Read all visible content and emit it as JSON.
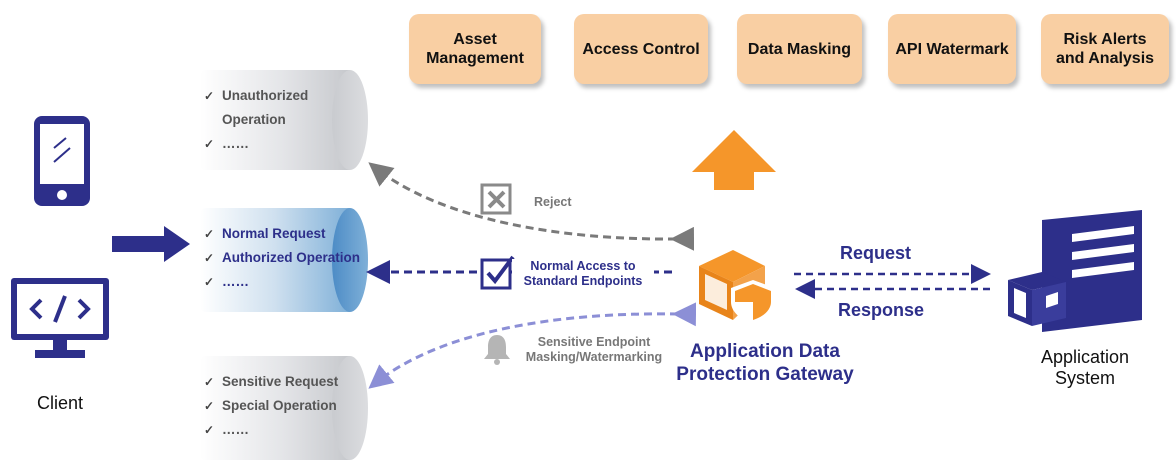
{
  "features": [
    {
      "label": "Asset\nManagement"
    },
    {
      "label": "Access Control"
    },
    {
      "label": "Data Masking"
    },
    {
      "label": "API Watermark"
    },
    {
      "label": "Risk Alerts\nand Analysis"
    }
  ],
  "client": {
    "label": "Client"
  },
  "cylinders": {
    "top": {
      "items": [
        "Unauthorized",
        "Operation",
        "……"
      ]
    },
    "middle": {
      "items": [
        "Normal Request",
        "Authorized Operation",
        "……"
      ]
    },
    "bottom": {
      "items": [
        "Sensitive Request",
        "Special Operation",
        "……"
      ]
    }
  },
  "flows": {
    "reject": "Reject",
    "normal": "Normal Access to\nStandard Endpoints",
    "sensitive": "Sensitive Endpoint\nMasking/Watermarking",
    "request": "Request",
    "response": "Response"
  },
  "gateway": {
    "label": "Application Data\nProtection Gateway"
  },
  "app_system": {
    "label": "Application\nSystem"
  },
  "colors": {
    "navy": "#2d2f8a",
    "orange": "#f5962a",
    "feature_bg": "#f9cfa3",
    "gray": "#7a7a7a",
    "lavender": "#8c8fd6"
  },
  "icons": [
    "phone-icon",
    "code-monitor-icon",
    "reject-box-icon",
    "check-box-icon",
    "bell-icon",
    "gateway-icon",
    "server-icon",
    "up-arrow-icon",
    "right-arrow-icon"
  ]
}
